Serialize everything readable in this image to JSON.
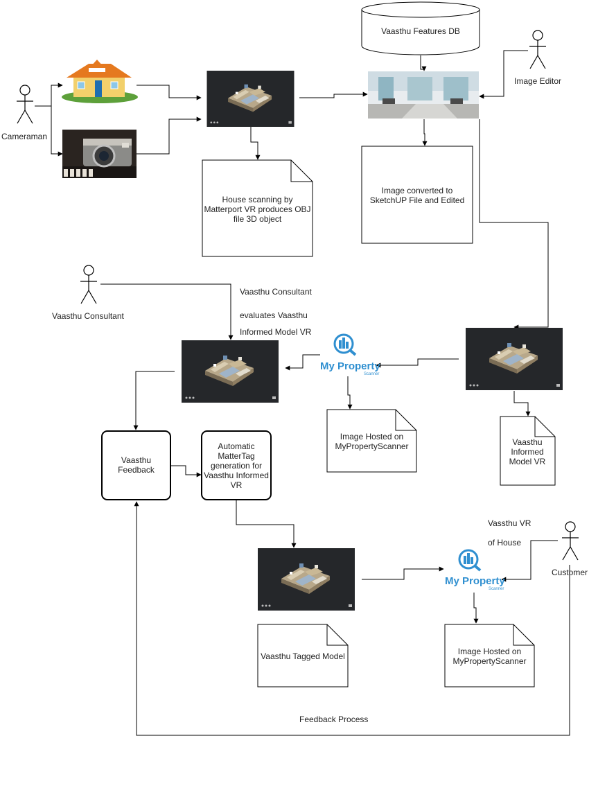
{
  "actors": {
    "cameraman": "Cameraman",
    "image_editor": "Image Editor",
    "vaasthu_consultant": "Vaasthu Consultant",
    "customer": "Customer"
  },
  "database": {
    "label": "Vaasthu Features DB"
  },
  "documents": {
    "house_scanning": "House scanning by Matterport VR produces OBJ file 3D object",
    "image_converted": "Image converted to SketchUP File and Edited",
    "image_hosted_1": "Image Hosted on MyPropertyScanner",
    "vaasthu_informed_model": "Vaasthu Informed Model VR",
    "vaasthu_tagged_model": "Vaasthu Tagged Model",
    "image_hosted_2": "Image Hosted on MyPropertyScanner"
  },
  "process_boxes": {
    "vaasthu_feedback": "Vaasthu Feedback",
    "automatic_mattertag": "Automatic MatterTag generation for Vaasthu Informed VR"
  },
  "notes": {
    "consultant_evaluates": [
      "Vaasthu Consultant",
      "evaluates Vaasthu",
      "Informed Model VR"
    ],
    "vassthu_vr": [
      "Vassthu VR",
      "of House"
    ],
    "feedback_process": "Feedback Process"
  },
  "logo": {
    "line1": "My Property",
    "line2": "Scanner"
  },
  "colors": {
    "line": "#000000",
    "logo_blue": "#2f8fd0",
    "vr_dark": "#25272a",
    "roof": "#e5791f",
    "wall": "#f2d06b"
  }
}
